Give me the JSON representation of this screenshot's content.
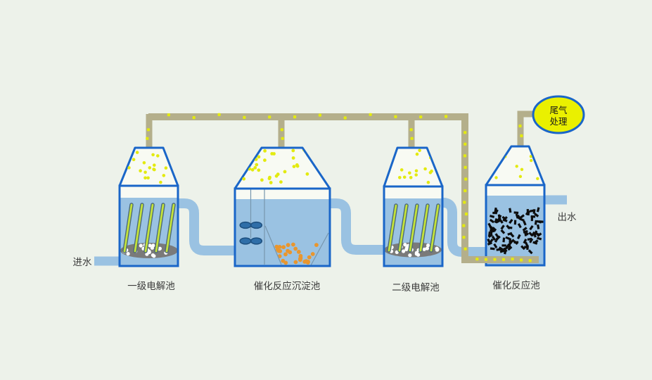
{
  "labels": {
    "inlet": "进水",
    "outlet": "出水",
    "tanks": [
      "一级电解池",
      "催化反应沉淀池",
      "二级电解池",
      "催化反应池"
    ],
    "tail_gas_line1": "尾气",
    "tail_gas_line2": "处理"
  },
  "colors": {
    "bg": "#edf2ea",
    "tank-border": "#1a66c8",
    "water": "#9ac2e2",
    "hood": "#f8faf3",
    "gas-pipe": "#b4af8b",
    "gas-dot": "#e3ea10",
    "rod-core": "#c3e23a",
    "rod-edge": "#4a6878",
    "gravel": "#7a7a7a",
    "gravel-dot": "#ffffff",
    "stirrer": "#2f6ea8",
    "stirrer-edge": "#1d4f7e",
    "sediment": "#e9962e",
    "chunk": "#0d0d0d",
    "tailgas": "#eaf000",
    "label": "#3b3b3b"
  }
}
